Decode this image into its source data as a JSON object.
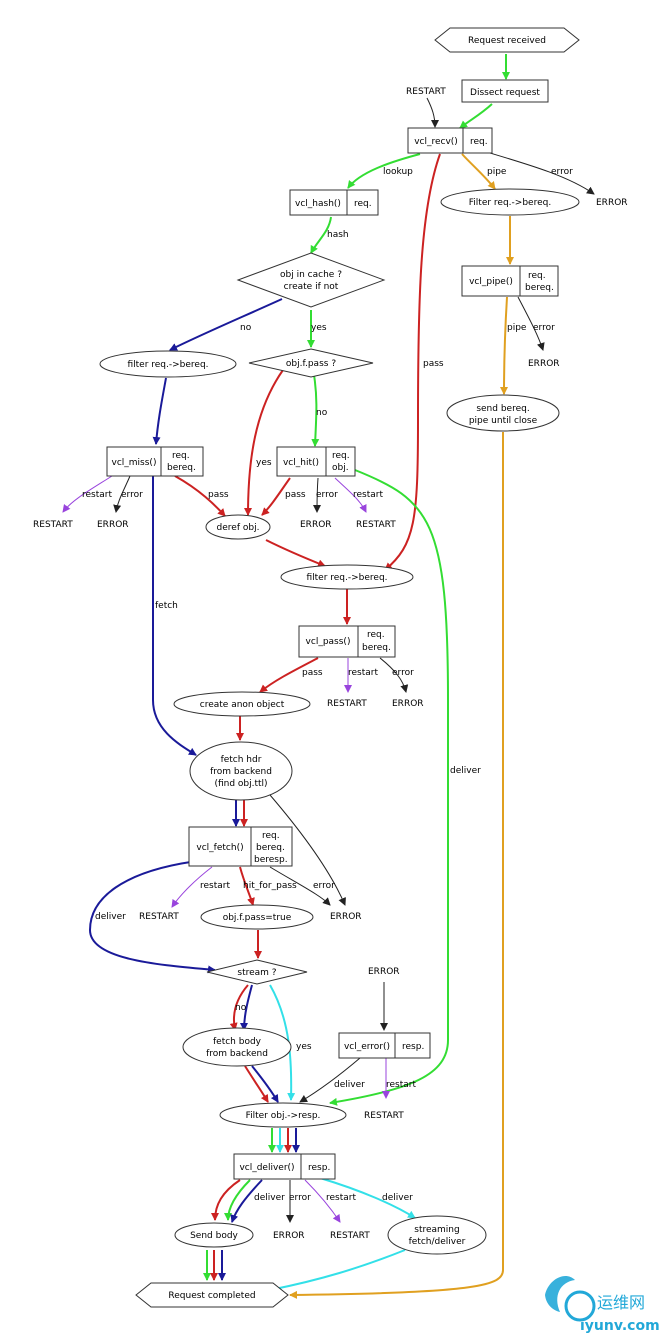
{
  "nodes": {
    "request_received": "Request received",
    "dissect_request": "Dissect request",
    "restart_top": "RESTART",
    "vcl_recv": "vcl_recv()",
    "vcl_recv_req": "req.",
    "error_recv": "ERROR",
    "vcl_hash": "vcl_hash()",
    "vcl_hash_req": "req.",
    "filter_pipe": "Filter req.->bereq.",
    "obj_in_cache_1": "obj in cache ?",
    "obj_in_cache_2": "create if not",
    "vcl_pipe": "vcl_pipe()",
    "vcl_pipe_req": "req.",
    "vcl_pipe_bereq": "bereq.",
    "filter_miss": "filter req.->bereq.",
    "obj_f_pass": "obj.f.pass ?",
    "error_pipe": "ERROR",
    "send_bereq_1": "send bereq.",
    "send_bereq_2": "pipe until close",
    "vcl_miss": "vcl_miss()",
    "vcl_miss_req": "req.",
    "vcl_miss_bereq": "bereq.",
    "vcl_hit": "vcl_hit()",
    "vcl_hit_req": "req.",
    "vcl_hit_obj": "obj.",
    "restart_miss": "RESTART",
    "error_miss": "ERROR",
    "deref_obj": "deref obj.",
    "error_hit": "ERROR",
    "restart_hit": "RESTART",
    "filter_pass": "filter req.->bereq.",
    "vcl_pass": "vcl_pass()",
    "vcl_pass_req": "req.",
    "vcl_pass_bereq": "bereq.",
    "create_anon": "create anon object",
    "restart_pass": "RESTART",
    "error_pass": "ERROR",
    "fetch_hdr_1": "fetch hdr",
    "fetch_hdr_2": "from backend",
    "fetch_hdr_3": "(find obj.ttl)",
    "vcl_fetch": "vcl_fetch()",
    "vcl_fetch_req": "req.",
    "vcl_fetch_bereq": "bereq.",
    "vcl_fetch_beresp": "beresp.",
    "restart_fetch": "RESTART",
    "obj_f_pass_true": "obj.f.pass=true",
    "error_fetch": "ERROR",
    "stream": "stream ?",
    "error_mid": "ERROR",
    "fetch_body_1": "fetch body",
    "fetch_body_2": "from backend",
    "vcl_error": "vcl_error()",
    "vcl_error_resp": "resp.",
    "filter_obj": "Filter obj.->resp.",
    "restart_error": "RESTART",
    "vcl_deliver": "vcl_deliver()",
    "vcl_deliver_resp": "resp.",
    "send_body": "Send body",
    "error_deliver": "ERROR",
    "restart_deliver": "RESTART",
    "streaming_1": "streaming",
    "streaming_2": "fetch/deliver",
    "request_completed": "Request completed"
  },
  "edge_labels": {
    "lookup": "lookup",
    "pipe": "pipe",
    "error_recv": "error",
    "hash": "hash",
    "no_cache": "no",
    "yes_cache": "yes",
    "pass_recv": "pass",
    "pipe_send": "pipe",
    "error_pipe": "error",
    "no_fpass": "no",
    "yes_fpass": "yes",
    "restart_miss": "restart",
    "error_miss": "error",
    "pass_miss": "pass",
    "pass_hit": "pass",
    "error_hit": "error",
    "restart_hit": "restart",
    "fetch": "fetch",
    "pass_pass": "pass",
    "restart_pass": "restart",
    "error_pass": "error",
    "deliver_hit": "deliver",
    "restart_fetch": "restart",
    "hit_for_pass": "hit_for_pass",
    "error_fetch": "error",
    "deliver_fetch": "deliver",
    "no_stream": "no",
    "yes_stream": "yes",
    "deliver_error": "deliver",
    "restart_error": "restart",
    "deliver_deliver": "deliver",
    "error_deliver": "error",
    "restart_deliver": "restart",
    "deliver_stream": "deliver"
  },
  "watermark": {
    "cn": "运维网",
    "url": "iyunv.com"
  },
  "colors": {
    "green": "#33dd33",
    "red": "#cc2222",
    "blue": "#1a1a99",
    "orange": "#e0a020",
    "cyan": "#33e0e8",
    "purple": "#9944dd",
    "black": "#222222",
    "watermark": "#22a8d8"
  }
}
